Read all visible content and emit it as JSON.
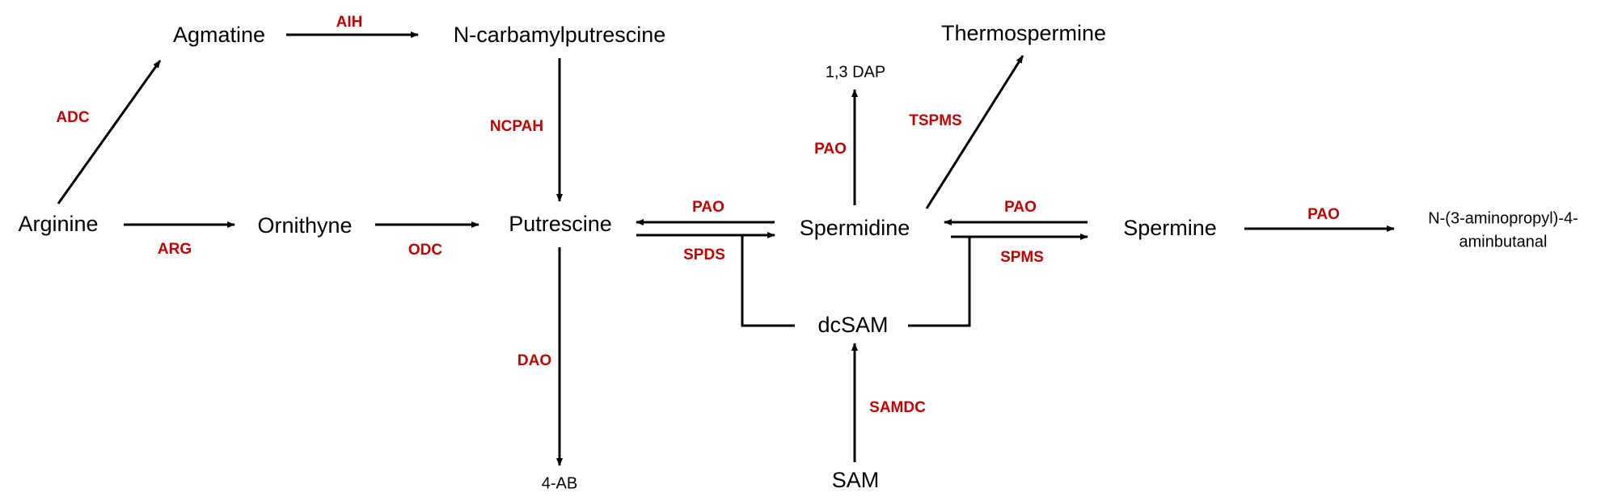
{
  "colors": {
    "enzyme": "#C00000",
    "arrow": "#000000",
    "text": "#000000"
  },
  "metabolites": {
    "agmatine": "Agmatine",
    "n_carbamylputrescine": "N-carbamylputrescine",
    "thermospermine": "Thermospermine",
    "dap": "1,3 DAP",
    "arginine": "Arginine",
    "ornithyne": "Ornithyne",
    "putrescine": "Putrescine",
    "spermidine": "Spermidine",
    "spermine": "Spermine",
    "aminopropyl_line1": "N-(3-aminopropyl)-4-",
    "aminopropyl_line2": "aminbutanal",
    "dcsam": "dcSAM",
    "sam": "SAM",
    "ab4": "4-AB"
  },
  "enzymes": {
    "aih": "AIH",
    "adc": "ADC",
    "ncpah": "NCPAH",
    "arg": "ARG",
    "odc": "ODC",
    "pao_put_spd": "PAO",
    "spds": "SPDS",
    "pao_spd_dap": "PAO",
    "tspms": "TSPMS",
    "pao_spd_spm": "PAO",
    "spms": "SPMS",
    "pao_spm_out": "PAO",
    "dao": "DAO",
    "samdc": "SAMDC"
  }
}
